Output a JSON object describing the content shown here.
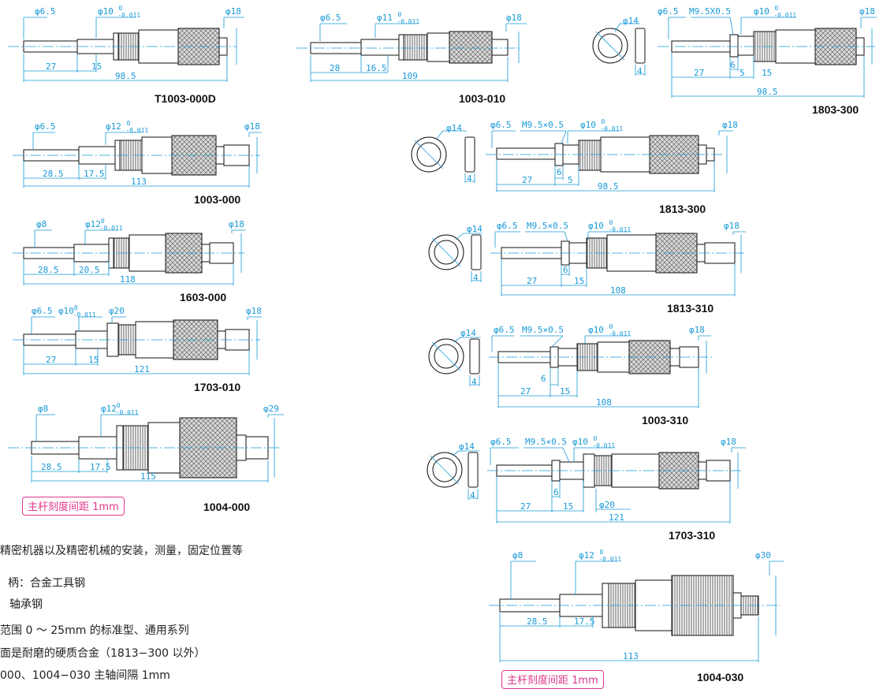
{
  "drawings": [
    {
      "model": "T1003-000D",
      "labels": [
        "φ6.5",
        "φ10 -0.011 / 0",
        "φ18",
        "27",
        "15",
        "98.5"
      ]
    },
    {
      "model": "1003-010",
      "labels": [
        "φ6.5",
        "φ11 -0.011 / 0",
        "φ18",
        "28",
        "16.5",
        "109"
      ]
    },
    {
      "model": "1803-300",
      "labels": [
        "φ14",
        "4",
        "φ6.5",
        "M9.5X0.5",
        "φ10 -0.011 / 0",
        "φ18",
        "6",
        "27",
        "5",
        "15",
        "98.5"
      ]
    },
    {
      "model": "1003-000",
      "labels": [
        "φ6.5",
        "φ12 -0.011 / 0",
        "φ18",
        "28.5",
        "17.5",
        "113"
      ]
    },
    {
      "model": "1813-300",
      "labels": [
        "φ14",
        "4",
        "φ6.5",
        "M9.5×0.5",
        "φ10 -0.011 / 0",
        "φ18",
        "6",
        "27",
        "5",
        "98.5"
      ]
    },
    {
      "model": "1603-000",
      "labels": [
        "φ8",
        "φ12 -0.011 / 0",
        "φ18",
        "28.5",
        "20.5",
        "118"
      ]
    },
    {
      "model": "1813-310",
      "labels": [
        "φ14",
        "4",
        "φ6.5",
        "M9.5×0.5",
        "φ10 -0.011 / 0",
        "φ18",
        "6",
        "27",
        "15",
        "108"
      ]
    },
    {
      "model": "1703-010",
      "labels": [
        "φ6.5",
        "φ10 -0.011 / 0",
        "φ20",
        "φ18",
        "27",
        "15",
        "121"
      ]
    },
    {
      "model": "1003-310",
      "labels": [
        "φ14",
        "4",
        "φ6.5",
        "M9.5×0.5",
        "φ10 -0.011 / 0",
        "φ18",
        "6",
        "27",
        "15",
        "108"
      ]
    },
    {
      "model": "1004-000",
      "labels": [
        "φ8",
        "φ12 -0.011 / 0",
        "φ29",
        "28.5",
        "17.5",
        "115"
      ]
    },
    {
      "model": "1703-310",
      "labels": [
        "φ14",
        "4",
        "φ6.5",
        "M9.5×0.5",
        "φ10 -0.011 / 0",
        "φ18",
        "6",
        "27",
        "15",
        "φ20",
        "121"
      ]
    },
    {
      "model": "1004-030",
      "labels": [
        "φ8",
        "φ12 -0.011 / 0",
        "φ30",
        "28.5",
        "17.5",
        "113"
      ]
    }
  ],
  "tags": [
    "主杆刻度间距 1mm",
    "主杆刻度间距 1mm"
  ],
  "body_lines": [
    "精密机器以及精密机械的安装，测量，固定位置等",
    "柄：合金工具钢",
    "轴承钢",
    "范围 0 ～ 25mm 的标准型、通用系列",
    "面是耐磨的硬质合金（1813−300 以外）",
    "000、1004−030 主轴间隔 1mm"
  ],
  "colors": {
    "line": "#111111",
    "dimension": "#1a9ad7",
    "tag": "#e0388a"
  }
}
